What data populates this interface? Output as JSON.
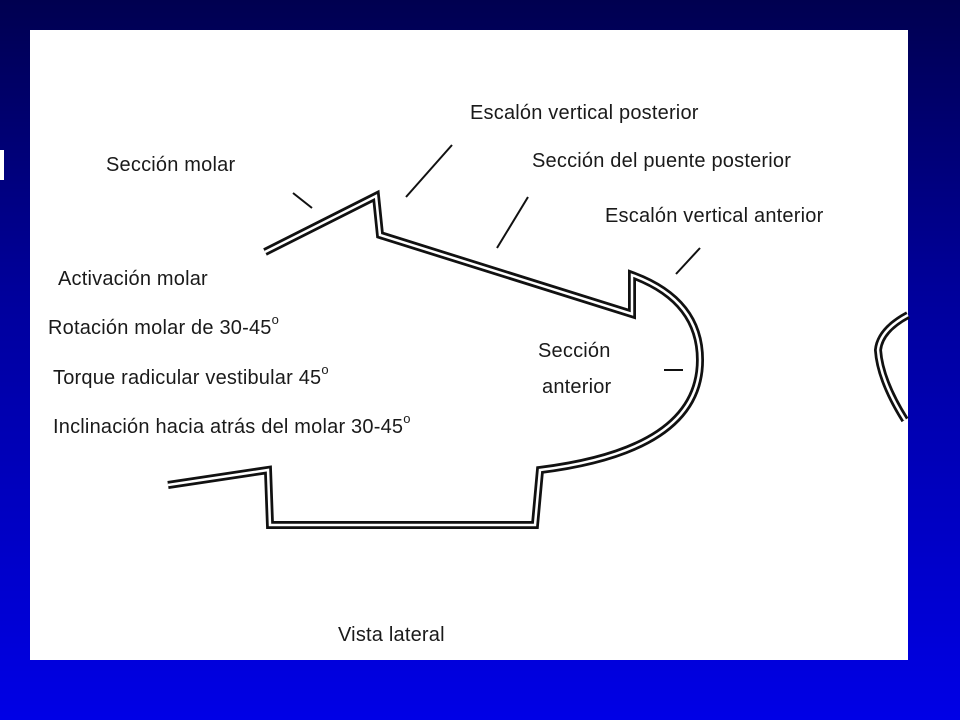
{
  "colors": {
    "background_top": "#000050",
    "background_bottom": "#0000e6",
    "panel": "#ffffff",
    "line": "#111111"
  },
  "labels": {
    "posterior_step": "Escalón vertical posterior",
    "molar_section": "Sección molar",
    "posterior_bridge": "Sección del puente posterior",
    "anterior_step": "Escalón vertical anterior",
    "molar_activation": "Activación molar",
    "molar_rotation": "Rotación molar de 30-45",
    "root_torque": "Torque radicular vestibular 45",
    "molar_tipback": "Inclinación hacia atrás del molar 30-45",
    "degree_mark": "o",
    "anterior_section_line1": "Sección",
    "anterior_section_line2": "anterior",
    "view_caption": "Vista lateral"
  }
}
